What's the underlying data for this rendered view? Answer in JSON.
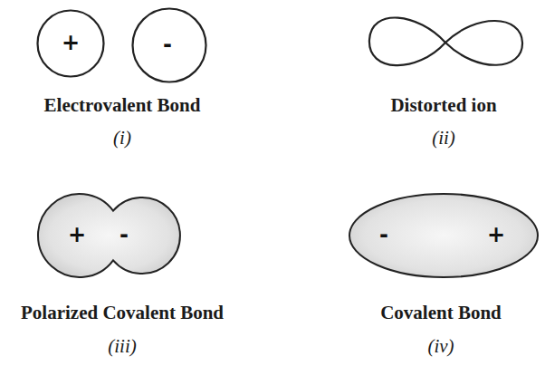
{
  "diagram": {
    "nodes": [
      {
        "text": [
          "+"
        ]
      },
      {
        "text": [
          "-"
        ]
      },
      {
        "text": [
          "+",
          "-"
        ]
      },
      {
        "text": [
          "-",
          "+"
        ]
      }
    ],
    "labels": [
      "Electrovalent Bond",
      "(i)",
      "Distorted ion",
      "(ii)",
      "Polarized Covalent Bond",
      "(iii)",
      "Covalent Bond",
      "(iv)"
    ]
  }
}
